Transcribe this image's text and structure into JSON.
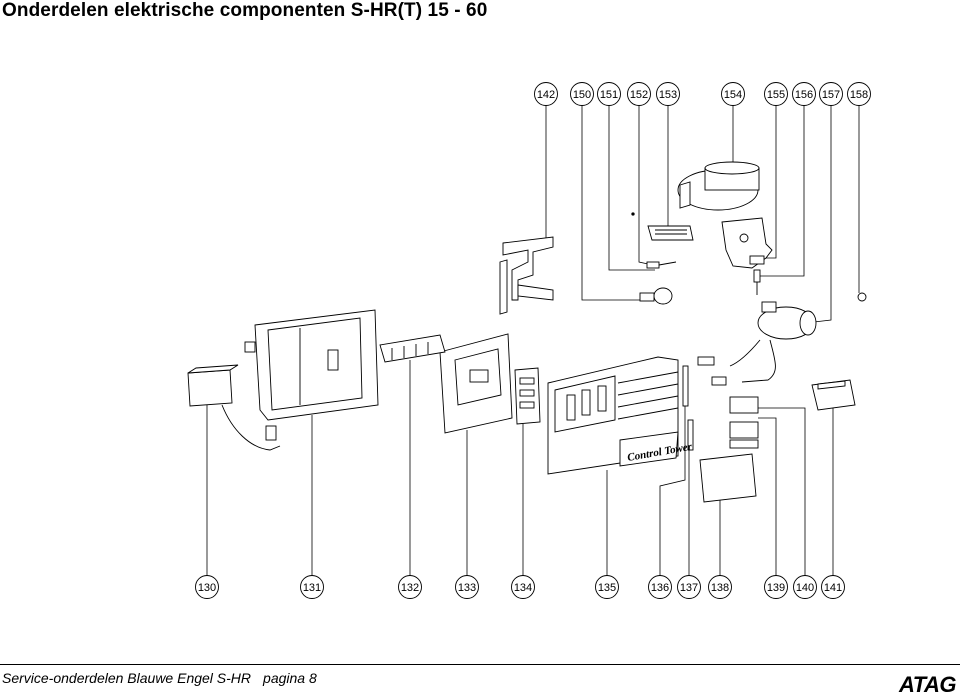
{
  "title": "Onderdelen elektrische componenten S-HR(T) 15 - 60",
  "footer": {
    "left": "Service-onderdelen Blauwe Engel S-HR",
    "page": "pagina 8"
  },
  "logo": "ATAG",
  "top_labels": [
    "142",
    "150",
    "151",
    "152",
    "153",
    "154",
    "155",
    "156",
    "157",
    "158"
  ],
  "bottom_labels": [
    "130",
    "131",
    "132",
    "133",
    "134",
    "135",
    "136",
    "137",
    "138",
    "139",
    "140",
    "141"
  ],
  "panel_text": "Control Tower"
}
